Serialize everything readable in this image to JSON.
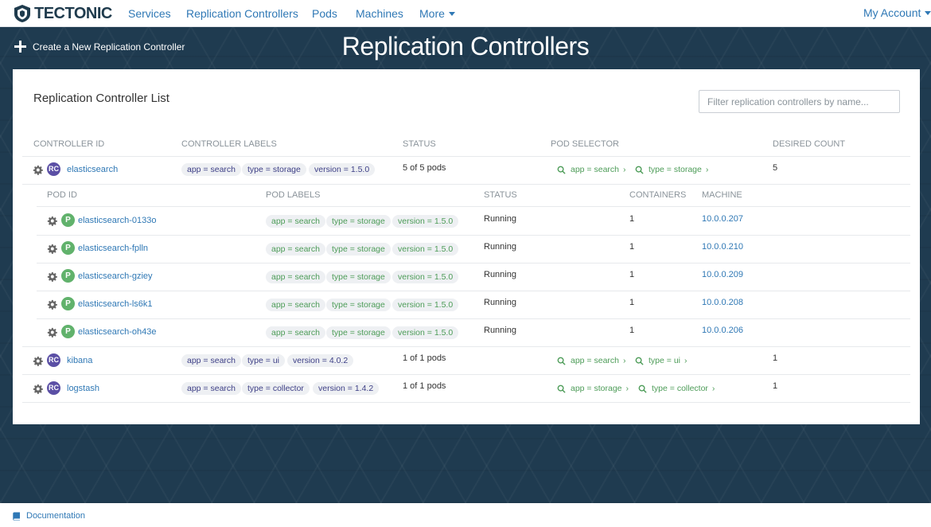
{
  "nav": {
    "brand": "TECTONIC",
    "links": [
      "Services",
      "Replication Controllers",
      "Pods",
      "Machines"
    ],
    "more": "More",
    "account": "My Account"
  },
  "hero": {
    "create_label": "Create a New Replication Controller",
    "title": "Replication Controllers"
  },
  "card": {
    "title": "Replication Controller List",
    "filter_placeholder": "Filter replication controllers by name..."
  },
  "rc_headers": {
    "id": "CONTROLLER ID",
    "labels": "CONTROLLER LABELS",
    "status": "STATUS",
    "selector": "POD SELECTOR",
    "desired": "DESIRED COUNT"
  },
  "pod_headers": {
    "id": "POD ID",
    "labels": "POD LABELS",
    "status": "STATUS",
    "containers": "CONTAINERS",
    "machine": "MACHINE"
  },
  "controllers": [
    {
      "badge": "RC",
      "name": "elasticsearch",
      "labels": [
        "app = search",
        "type = storage",
        "version = 1.5.0"
      ],
      "status": "5 of 5 pods",
      "selectors": [
        "app = search",
        "type = storage"
      ],
      "desired": "5"
    },
    {
      "badge": "RC",
      "name": "kibana",
      "labels": [
        "app = search",
        "type = ui",
        "version = 4.0.2"
      ],
      "status": "1 of 1 pods",
      "selectors": [
        "app = search",
        "type = ui"
      ],
      "desired": "1"
    },
    {
      "badge": "RC",
      "name": "logstash",
      "labels": [
        "app = search",
        "type = collector",
        "version = 1.4.2"
      ],
      "status": "1 of 1 pods",
      "selectors": [
        "app = storage",
        "type = collector"
      ],
      "desired": "1"
    }
  ],
  "pods": [
    {
      "badge": "P",
      "name": "elasticsearch-0133o",
      "labels": [
        "app = search",
        "type = storage",
        "version = 1.5.0"
      ],
      "status": "Running",
      "containers": "1",
      "machine": "10.0.0.207"
    },
    {
      "badge": "P",
      "name": "elasticsearch-fplln",
      "labels": [
        "app = search",
        "type = storage",
        "version = 1.5.0"
      ],
      "status": "Running",
      "containers": "1",
      "machine": "10.0.0.210"
    },
    {
      "badge": "P",
      "name": "elasticsearch-gziey",
      "labels": [
        "app = search",
        "type = storage",
        "version = 1.5.0"
      ],
      "status": "Running",
      "containers": "1",
      "machine": "10.0.0.209"
    },
    {
      "badge": "P",
      "name": "elasticsearch-ls6k1",
      "labels": [
        "app = search",
        "type = storage",
        "version = 1.5.0"
      ],
      "status": "Running",
      "containers": "1",
      "machine": "10.0.0.208"
    },
    {
      "badge": "P",
      "name": "elasticsearch-oh43e",
      "labels": [
        "app = search",
        "type = storage",
        "version = 1.5.0"
      ],
      "status": "Running",
      "containers": "1",
      "machine": "10.0.0.206"
    }
  ],
  "footer": {
    "doc_label": "Documentation"
  },
  "colors": {
    "nav_link": "#2f78b5",
    "hero_bg": "#1f3b50",
    "rc_badge": "#5b4fa5",
    "pod_badge": "#61b26c",
    "label_text": "#3d3f86",
    "selector_text": "#4d9c58"
  },
  "icons": {
    "brand": "tectonic-logo",
    "create": "plus-icon",
    "row_menu": "gear-icon",
    "selector": "search-icon",
    "selector_link": "chevron-right-icon",
    "footer": "book-icon",
    "more": "caret-down-icon"
  }
}
